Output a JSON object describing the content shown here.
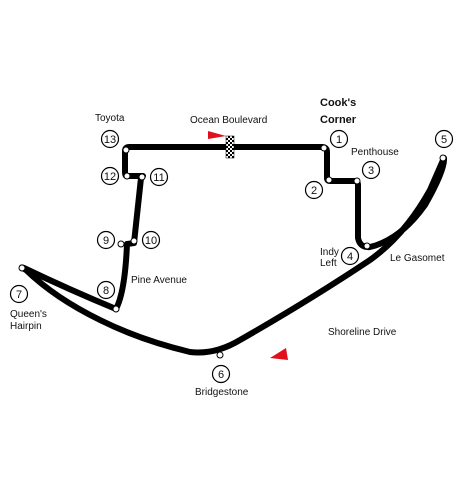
{
  "track": {
    "color": "#000000"
  },
  "markers": {
    "direction_color": "#e0101e"
  },
  "turns": [
    {
      "n": "1"
    },
    {
      "n": "2"
    },
    {
      "n": "3"
    },
    {
      "n": "4"
    },
    {
      "n": "5"
    },
    {
      "n": "6"
    },
    {
      "n": "7"
    },
    {
      "n": "8"
    },
    {
      "n": "9"
    },
    {
      "n": "10"
    },
    {
      "n": "11"
    },
    {
      "n": "12"
    },
    {
      "n": "13"
    }
  ],
  "labels": {
    "cooks_corner_line1": "Cook's",
    "cooks_corner_line2": "Corner",
    "penthouse": "Penthouse",
    "indy_left_line1": "Indy",
    "indy_left_line2": "Left",
    "le_gasomet": "Le Gasomet",
    "shoreline_drive": "Shoreline Drive",
    "bridgestone": "Bridgestone",
    "queens_hairpin_line1": "Queen's",
    "queens_hairpin_line2": "Hairpin",
    "pine_avenue": "Pine Avenue",
    "toyota": "Toyota",
    "ocean_boulevard": "Ocean Boulevard"
  }
}
